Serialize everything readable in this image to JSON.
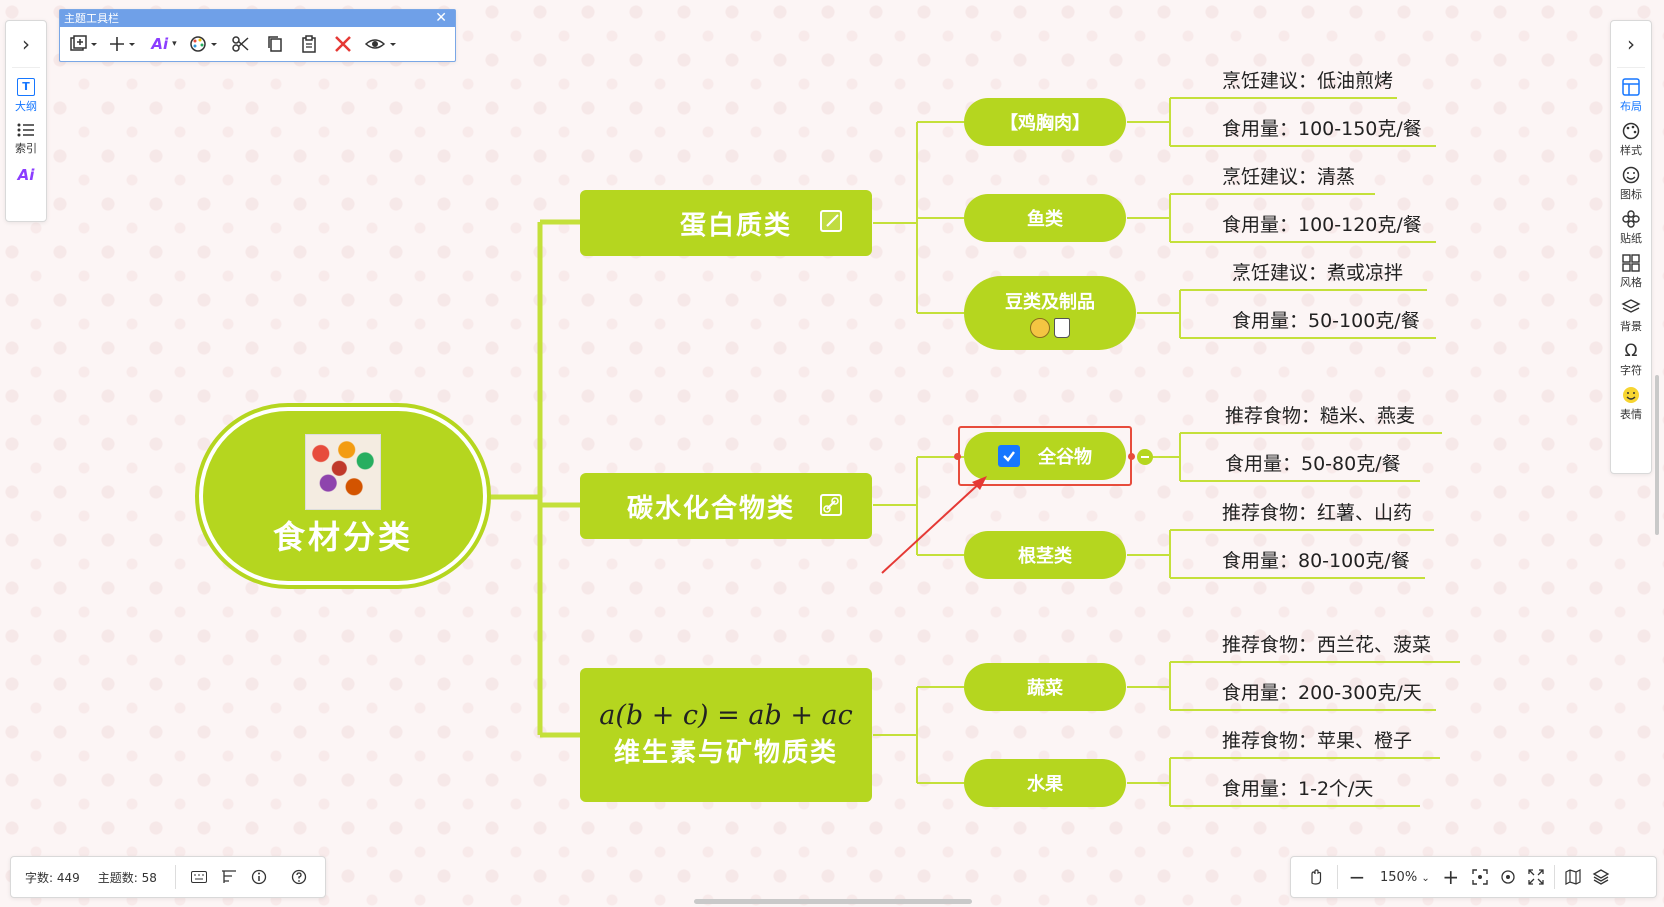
{
  "toolbar": {
    "title": "主题工具栏",
    "items": [
      "copy-style-icon",
      "add-icon",
      "ai-icon",
      "palette-icon",
      "cut-icon",
      "copy-icon",
      "paste-icon",
      "delete-icon",
      "view-icon"
    ]
  },
  "left_sidebar": {
    "items": [
      {
        "label": "大纲",
        "icon": "outline-icon"
      },
      {
        "label": "索引",
        "icon": "index-icon"
      },
      {
        "label": "",
        "icon": "ai-icon"
      }
    ]
  },
  "right_sidebar": {
    "items": [
      {
        "label": "布局",
        "icon": "layout-icon"
      },
      {
        "label": "样式",
        "icon": "style-icon"
      },
      {
        "label": "图标",
        "icon": "emoji-icon"
      },
      {
        "label": "贴纸",
        "icon": "sticker-icon"
      },
      {
        "label": "风格",
        "icon": "theme-icon"
      },
      {
        "label": "背景",
        "icon": "background-icon"
      },
      {
        "label": "字符",
        "icon": "symbol-icon"
      },
      {
        "label": "表情",
        "icon": "smile-icon"
      }
    ]
  },
  "mindmap": {
    "root": {
      "label": "食材分类"
    },
    "main_topics": [
      {
        "label": "蛋白质类",
        "icon": "edit-icon"
      },
      {
        "label": "碳水化合物类",
        "icon": "link-icon"
      },
      {
        "label": "维生素与矿物质类",
        "formula": "a(b + c) = ab + ac"
      }
    ],
    "sub_topics": [
      {
        "label": "【鸡胸肉】",
        "leaves": [
          "烹饪建议：低油煎烤",
          "食用量：100-150克/餐"
        ]
      },
      {
        "label": "鱼类",
        "leaves": [
          "烹饪建议：清蒸",
          "食用量：100-120克/餐"
        ]
      },
      {
        "label": "豆类及制品",
        "leaves": [
          "烹饪建议：煮或凉拌",
          "食用量：50-100克/餐"
        ]
      },
      {
        "label": "全谷物",
        "leaves": [
          "推荐食物：糙米、燕麦",
          "食用量：50-80克/餐"
        ]
      },
      {
        "label": "根茎类",
        "leaves": [
          "推荐食物：红薯、山药",
          "食用量：80-100克/餐"
        ]
      },
      {
        "label": "蔬菜",
        "leaves": [
          "推荐食物：西兰花、菠菜",
          "食用量：200-300克/天"
        ]
      },
      {
        "label": "水果",
        "leaves": [
          "推荐食物：苹果、橙子",
          "食用量：1-2个/天"
        ]
      }
    ]
  },
  "status_bar": {
    "word_count": "字数: 449",
    "topic_count": "主题数: 58"
  },
  "zoom": {
    "value": "150%"
  },
  "colors": {
    "topic": "#b5d61f",
    "selection": "#e74c3c",
    "checkbox": "#1677ff"
  }
}
